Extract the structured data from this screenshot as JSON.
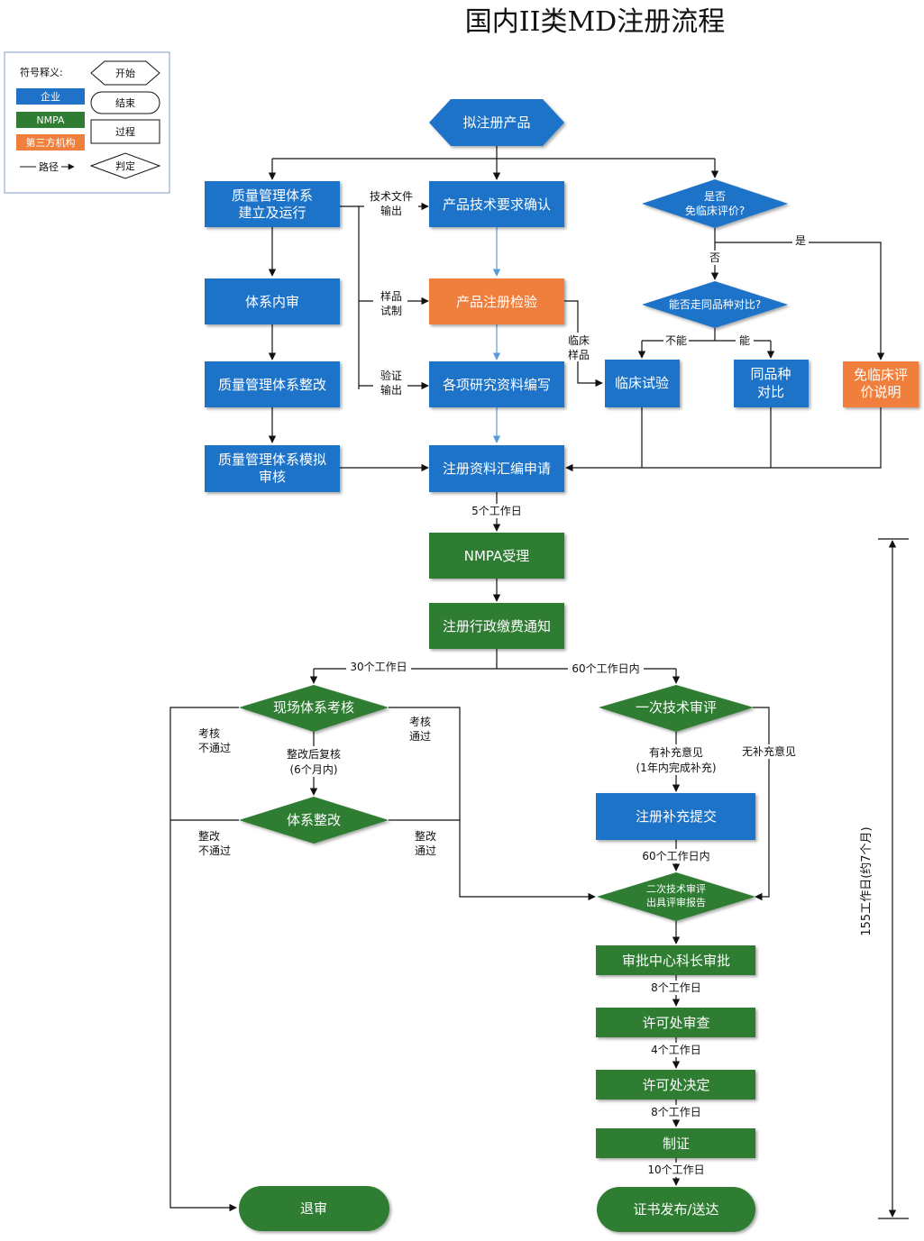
{
  "title": "国内II类MD注册流程",
  "legend": {
    "heading": "符号释义:",
    "enterprise": "企业",
    "nmpa": "NMPA",
    "third_party": "第三方机构",
    "path": "路径",
    "start": "开始",
    "end": "结束",
    "process": "过程",
    "decision": "判定"
  },
  "colors": {
    "enterprise": "#1e73c8",
    "nmpa": "#2e7d32",
    "third_party": "#f07f3c",
    "line": "#111111",
    "light_arrow": "#5b9bd5"
  },
  "nodes": {
    "start_product": "拟注册产品",
    "qms_build": [
      "质量管理体系",
      "建立及运行"
    ],
    "tech_req": "产品技术要求确认",
    "clinical_exempt_q": [
      "是否",
      "免临床评价?"
    ],
    "internal_audit": "体系内审",
    "type_test": "产品注册检验",
    "same_type_q": "能否走同品种对比?",
    "qms_rectify": "质量管理体系整改",
    "research_docs": "各项研究资料编写",
    "clinical_trial": "临床试验",
    "same_type_compare": [
      "同品种",
      "对比"
    ],
    "exempt_note": [
      "免临床评",
      "价说明"
    ],
    "qms_mock": [
      "质量管理体系模拟",
      "审核"
    ],
    "submit": "注册资料汇编申请",
    "nmpa_accept": "NMPA受理",
    "fee_notice": "注册行政缴费通知",
    "onsite_audit": "现场体系考核",
    "first_review": "一次技术审评",
    "rectify": "体系整改",
    "supplement": "注册补充提交",
    "second_review": [
      "二次技术审评",
      "出具评审报告"
    ],
    "section_chief": "审批中心科长审批",
    "license_review": "许可处审查",
    "license_decision": "许可处决定",
    "certificate_make": "制证",
    "reject": "退审",
    "issue": "证书发布/送达"
  },
  "labels": {
    "tech_doc": [
      "技术文件",
      "输出"
    ],
    "sample": [
      "样品",
      "试制"
    ],
    "verify": [
      "验证",
      "输出"
    ],
    "clinical_sample": [
      "临床",
      "样品"
    ],
    "yes": "是",
    "no": "否",
    "cannot": "不能",
    "can": "能",
    "d5": "5个工作日",
    "d30": "30个工作日",
    "d60_in": "60个工作日内",
    "audit_fail": [
      "考核",
      "不通过"
    ],
    "audit_pass": [
      "考核",
      "通过"
    ],
    "rectify_recheck": [
      "整改后复核",
      "(6个月内)"
    ],
    "has_comment": [
      "有补充意见",
      "(1年内完成补充)"
    ],
    "no_comment": "无补充意见",
    "rectify_fail": [
      "整改",
      "不通过"
    ],
    "rectify_pass": [
      "整改",
      "通过"
    ],
    "d60_in_2": "60个工作日内",
    "d8a": "8个工作日",
    "d4": "4个工作日",
    "d8b": "8个工作日",
    "d10": "10个工作日",
    "total": "155工作日(约7个月)"
  }
}
